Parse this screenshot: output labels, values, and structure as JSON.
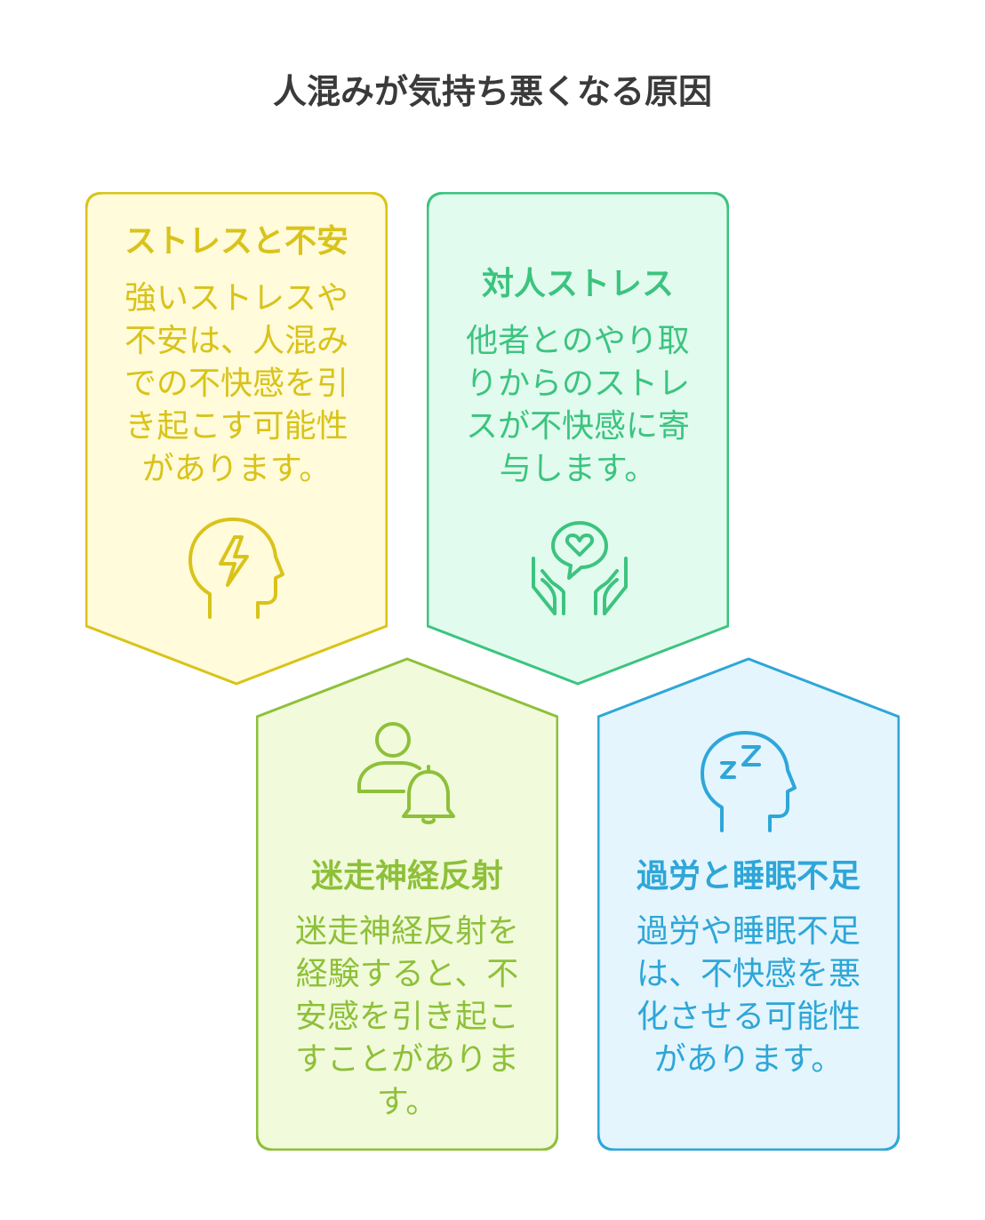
{
  "title": "人混みが気持ち悪くなる原因",
  "cards": [
    {
      "title": "ストレスと不安",
      "body": "強いストレスや不安は、人混みでの不快感を引き起こす可能性があります。",
      "icon": "head-lightning-icon",
      "color": "#d9c31a",
      "fill": "#fffbdb"
    },
    {
      "title": "対人ストレス",
      "body": "他者とのやり取りからのストレスが不快感に寄与します。",
      "icon": "hands-heart-bubble-icon",
      "color": "#3cc47f",
      "fill": "#e2fbef"
    },
    {
      "title": "迷走神経反射",
      "body": "迷走神経反射を経験すると、不安感を引き起こすことがあります。",
      "icon": "person-bell-icon",
      "color": "#8ec03a",
      "fill": "#f1fbdb"
    },
    {
      "title": "過労と睡眠不足",
      "body": "過労や睡眠不足は、不快感を悪化させる可能性があります。",
      "icon": "head-sleep-icon",
      "color": "#2ea6d8",
      "fill": "#e4f5fd"
    }
  ]
}
